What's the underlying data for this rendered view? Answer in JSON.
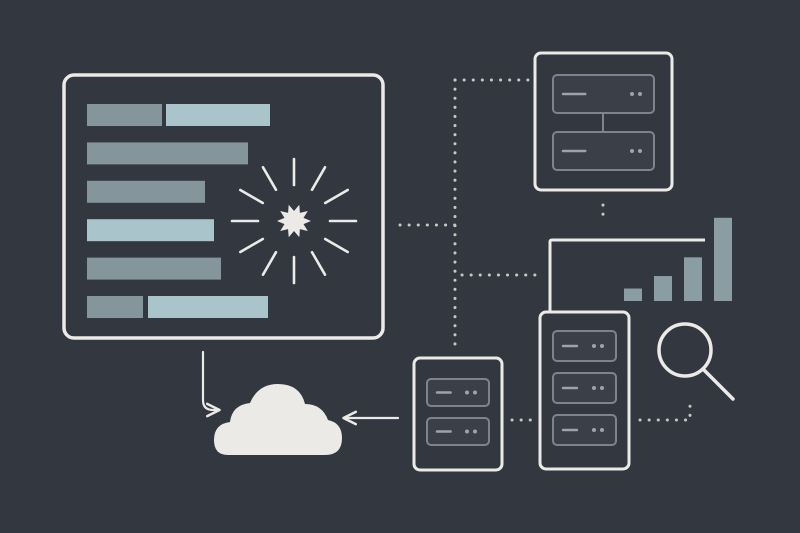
{
  "colors": {
    "background": "#323740",
    "stroke": "#ECEAE6",
    "connector": "#C9C6C0",
    "bar_dark": "#84959C",
    "bar_light": "#A9C4CB",
    "chart_bar": "#8A9DA3",
    "slot_fill": "#3A3F48",
    "slot_stroke": "#7D848C",
    "slot_line": "#9DA3AA",
    "cloud": "#ECEAE6"
  },
  "nodes": {
    "dashboard": {
      "kind": "monitor",
      "icon": "dashboard-window-icon",
      "bar_rows": 6
    },
    "burst": {
      "icon": "starburst-icon"
    },
    "cloud": {
      "icon": "cloud-icon"
    },
    "server_top": {
      "icon": "server-icon",
      "units": 2
    },
    "server_small": {
      "icon": "server-icon",
      "units": 2
    },
    "server_tall": {
      "icon": "server-icon",
      "units": 3
    },
    "analytics_chart": {
      "icon": "bar-chart-icon",
      "bars": [
        0.12,
        0.24,
        0.42,
        0.8
      ]
    },
    "magnifier": {
      "icon": "search-icon"
    }
  },
  "edges": [
    {
      "from": "dashboard",
      "to": "cloud",
      "style": "solid-arrow"
    },
    {
      "from": "server_small",
      "to": "cloud",
      "style": "solid-arrow"
    },
    {
      "from": "dashboard",
      "to": "server_top",
      "style": "dotted"
    },
    {
      "from": "server_top",
      "to": "analytics_chart",
      "style": "dotted"
    },
    {
      "from": "server_small",
      "to": "server_tall",
      "style": "dotted"
    },
    {
      "from": "server_tall",
      "to": "magnifier",
      "style": "dotted"
    }
  ]
}
